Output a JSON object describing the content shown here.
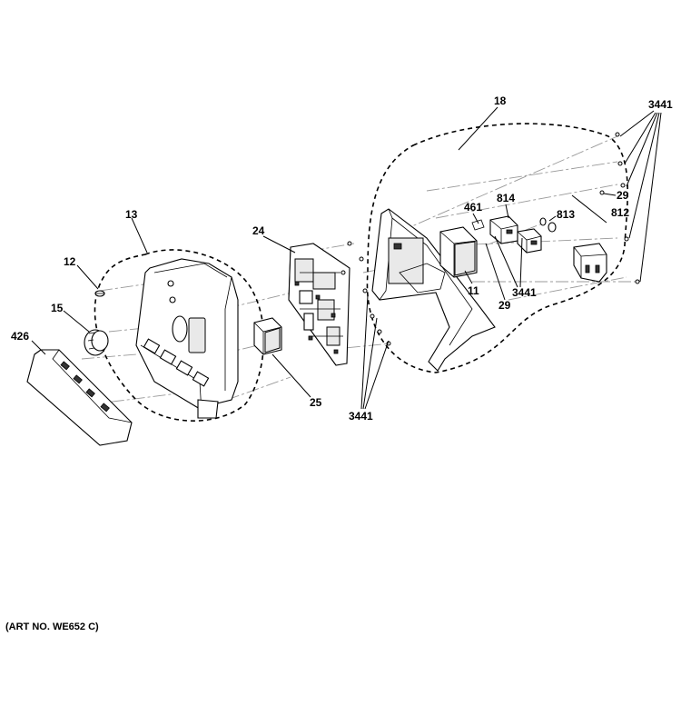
{
  "diagram": {
    "callouts": {
      "c3441_top": "3441",
      "c18": "18",
      "c29_top": "29",
      "c812": "812",
      "c814": "814",
      "c461": "461",
      "c813": "813",
      "c11": "11",
      "c3441_mid": "3441",
      "c29_mid": "29",
      "c24": "24",
      "c13": "13",
      "c12": "12",
      "c15": "15",
      "c426": "426",
      "c25": "25",
      "c3441_bottom": "3441"
    },
    "caption": "(ART NO. WE652 C)"
  }
}
